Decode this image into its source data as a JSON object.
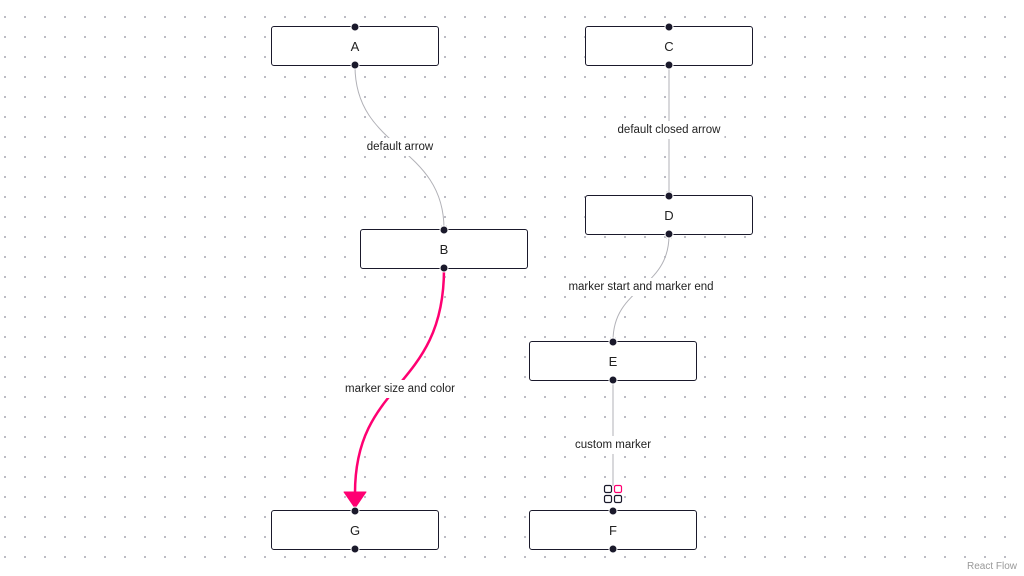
{
  "nodes": {
    "a": "A",
    "b": "B",
    "c": "C",
    "d": "D",
    "e": "E",
    "f": "F",
    "g": "G"
  },
  "edges": {
    "a_b": "default arrow",
    "c_d": "default closed arrow",
    "d_e": "marker start and marker end",
    "e_f": "custom marker",
    "b_g": "marker size and color"
  },
  "colors": {
    "edge": "#b1b1b7",
    "accent_edge": "#ff0072",
    "node_border": "#1a192b"
  },
  "attribution": "React Flow"
}
